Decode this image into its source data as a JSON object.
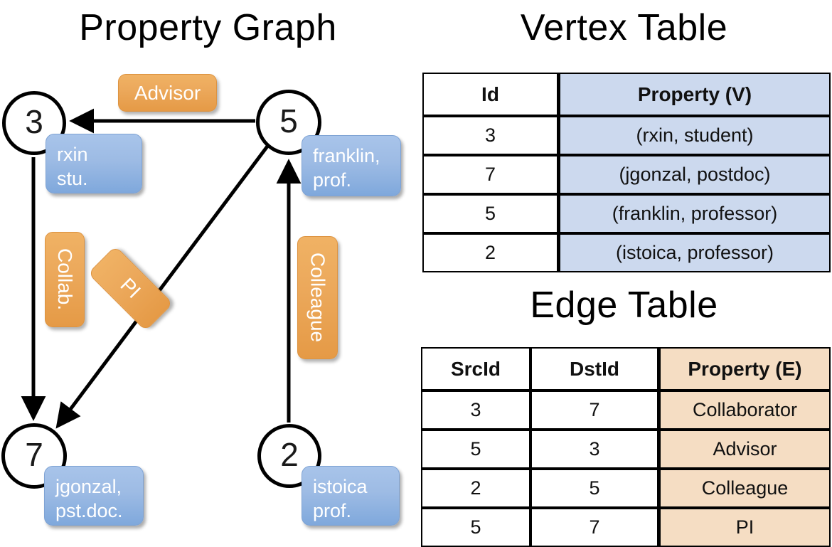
{
  "titles": {
    "property_graph": "Property Graph",
    "vertex_table": "Vertex Table",
    "edge_table": "Edge Table"
  },
  "graph": {
    "nodes": [
      {
        "id": "3",
        "name": "node-3"
      },
      {
        "id": "5",
        "name": "node-5"
      },
      {
        "id": "7",
        "name": "node-7"
      },
      {
        "id": "2",
        "name": "node-2"
      }
    ],
    "vertex_callouts": [
      {
        "line1": "rxin",
        "line2": "stu."
      },
      {
        "line1": "franklin,",
        "line2": "prof."
      },
      {
        "line1": "jgonzal,",
        "line2": "pst.doc."
      },
      {
        "line1": "istoica",
        "line2": "prof."
      }
    ],
    "edge_labels": {
      "advisor": "Advisor",
      "collab": "Collab.",
      "pi": "PI",
      "colleague": "Colleague"
    },
    "edges": [
      {
        "from": "5",
        "to": "3",
        "label": "Advisor"
      },
      {
        "from": "3",
        "to": "7",
        "label": "Collab."
      },
      {
        "from": "5",
        "to": "7",
        "label": "PI"
      },
      {
        "from": "2",
        "to": "5",
        "label": "Colleague"
      }
    ]
  },
  "vertex_table": {
    "headers": [
      "Id",
      "Property (V)"
    ],
    "rows": [
      {
        "id": "3",
        "property": "(rxin, student)"
      },
      {
        "id": "7",
        "property": "(jgonzal, postdoc)"
      },
      {
        "id": "5",
        "property": "(franklin, professor)"
      },
      {
        "id": "2",
        "property": "(istoica, professor)"
      }
    ]
  },
  "edge_table": {
    "headers": [
      "SrcId",
      "DstId",
      "Property (E)"
    ],
    "rows": [
      {
        "src": "3",
        "dst": "7",
        "property": "Collaborator"
      },
      {
        "src": "5",
        "dst": "3",
        "property": "Advisor"
      },
      {
        "src": "2",
        "dst": "5",
        "property": "Colleague"
      },
      {
        "src": "5",
        "dst": "7",
        "property": "PI"
      }
    ]
  },
  "colors": {
    "vertex_property_fill": "#ccd9ee",
    "edge_property_fill": "#f5ddc3",
    "vertex_callout_fill": "#9dbbe4",
    "edge_label_fill": "#eca95c",
    "stroke": "#000000",
    "background": "#ffffff"
  }
}
